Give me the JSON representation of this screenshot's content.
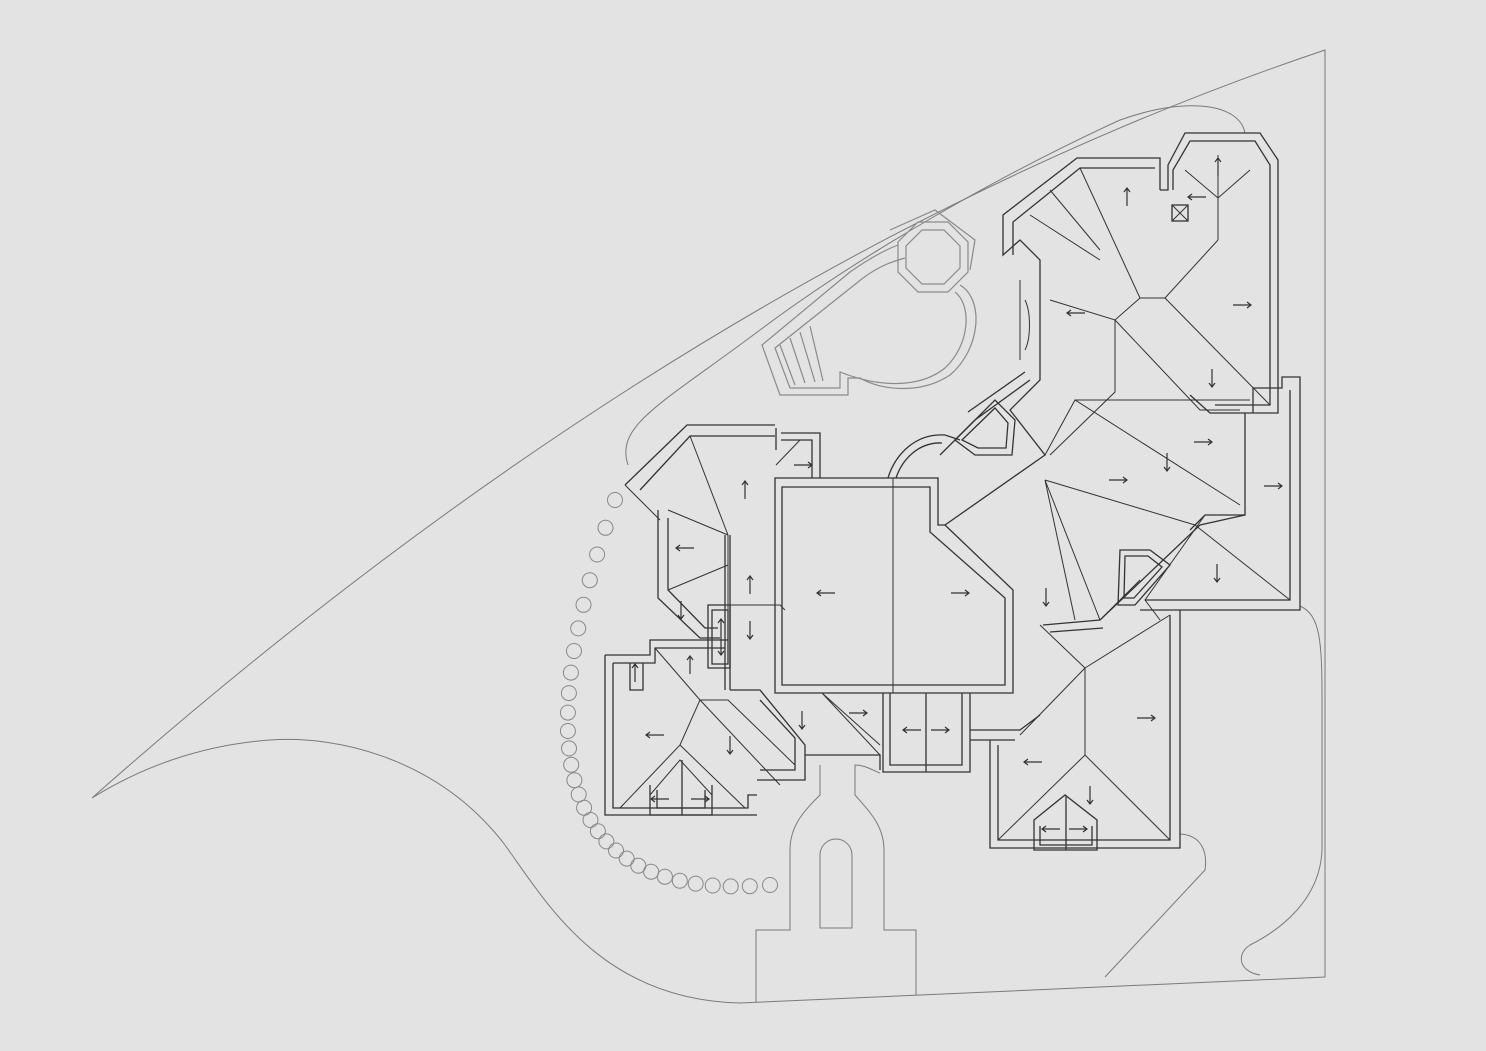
{
  "drawing": {
    "type": "roof plan / site plan",
    "colors": {
      "background": "#e3e3e3",
      "building_lines": "#333333",
      "site_lines": "#7a7a7a"
    },
    "icons": [
      "slope-arrow",
      "tree-symbol",
      "chimney-symbol"
    ]
  }
}
